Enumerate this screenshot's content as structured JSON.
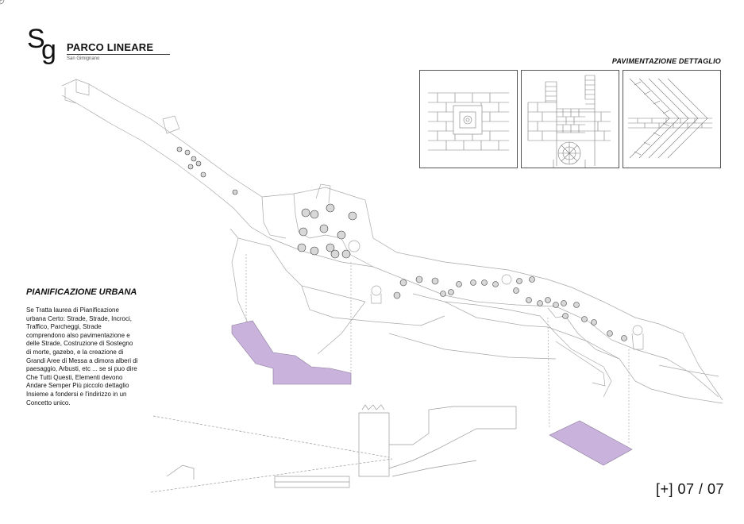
{
  "logo": {
    "monogram": "Sg",
    "title": "PARCO LINEARE",
    "subtitle": "San Gimignano"
  },
  "detail": {
    "title": "PAVIMENTAZIONE DETTAGLIO"
  },
  "section": {
    "title": "PIANIFICAZIONE URBANA",
    "body": "Se Tratta laurea di Pianificazione\nurbana Certo:  Strade, Strade, Incroci,\nTraffico, Parcheggi, Strade\ncomprendono also pavimentazione e\ndelle Strade,  Costruzione di Sostegno\ndi morte, gazebo, e la  creazione di\nGrandi Aree di Messa  a dimora alberi di\npaesaggio, Arbusti, etc ... se si puo dire\nChe Tutti  Questi, Elementi devono\nAndare Semper Più piccolo  dettaglio\nInsieme a fondersi e l'indirizzo in un\nConcetto unico."
  },
  "page": {
    "number": "[+] 07 / 07"
  },
  "colors": {
    "highlight": "#c9b3dc",
    "line": "#9a9a9a",
    "tree": "#555555"
  }
}
